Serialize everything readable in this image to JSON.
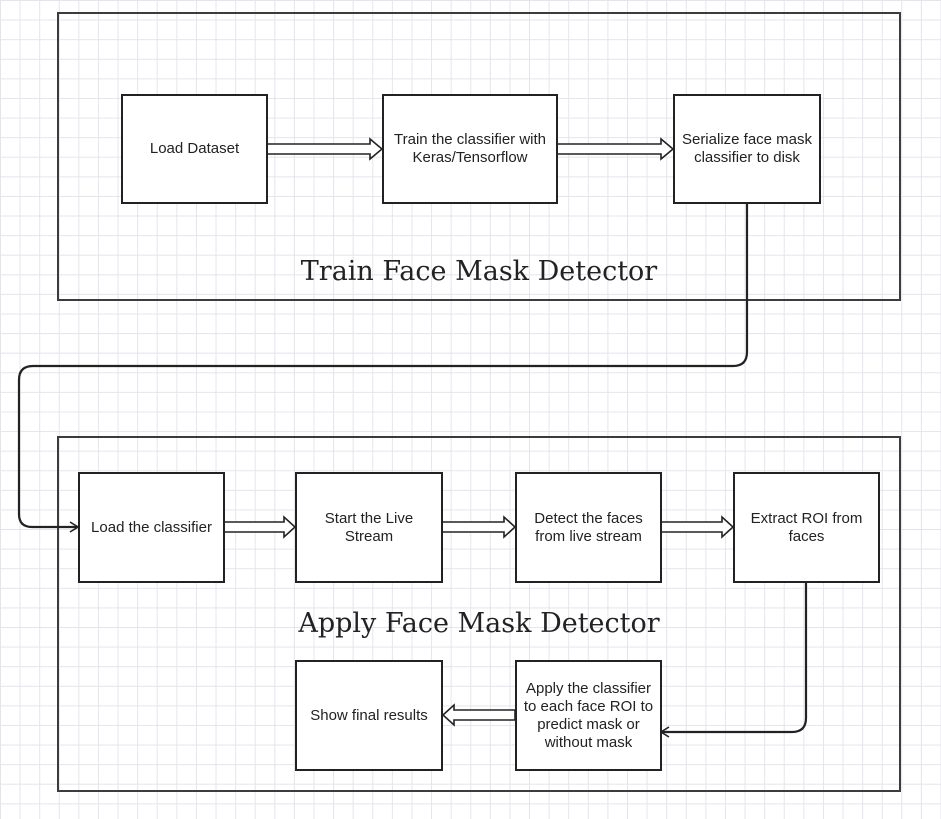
{
  "groups": {
    "train": {
      "title": "Train Face Mask Detector"
    },
    "apply": {
      "title": "Apply Face Mask Detector"
    }
  },
  "steps": {
    "load_dataset": "Load Dataset",
    "train_classifier": "Train the classifier with Keras/Tensorflow",
    "serialize": "Serialize face mask classifier to disk",
    "load_classifier": "Load the classifier",
    "start_stream": "Start the Live Stream",
    "detect_faces": "Detect the faces from live stream",
    "extract_roi": "Extract ROI from faces",
    "apply_classifier": "Apply the classifier to each face ROI to predict mask or without mask",
    "show_results": "Show final results"
  }
}
